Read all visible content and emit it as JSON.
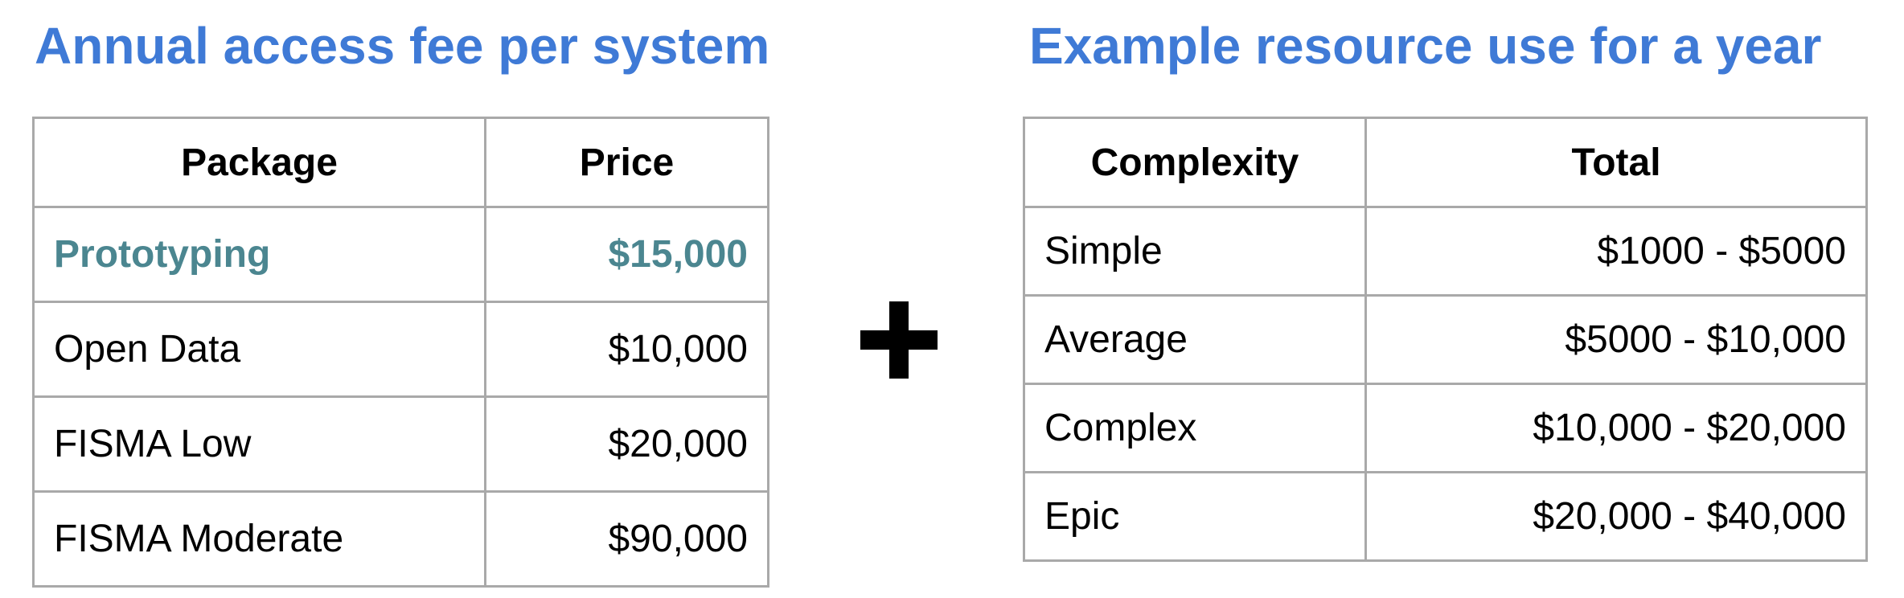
{
  "colors": {
    "heading": "#3f7ad6",
    "highlight": "#4b8690",
    "border": "#a9a9a9",
    "text": "#000000"
  },
  "left_section": {
    "title": "Annual access fee per system",
    "columns": [
      "Package",
      "Price"
    ],
    "rows": [
      {
        "package": "Prototyping",
        "price": "$15,000",
        "highlighted": true
      },
      {
        "package": "Open Data",
        "price": "$10,000",
        "highlighted": false
      },
      {
        "package": "FISMA Low",
        "price": "$20,000",
        "highlighted": false
      },
      {
        "package": "FISMA Moderate",
        "price": "$90,000",
        "highlighted": false
      }
    ]
  },
  "operator_icon": "plus-icon",
  "right_section": {
    "title": "Example resource use for a year",
    "columns": [
      "Complexity",
      "Total"
    ],
    "rows": [
      {
        "complexity": "Simple",
        "total": "$1000 - $5000"
      },
      {
        "complexity": "Average",
        "total": "$5000 - $10,000"
      },
      {
        "complexity": "Complex",
        "total": "$10,000 - $20,000"
      },
      {
        "complexity": "Epic",
        "total": "$20,000 - $40,000"
      }
    ]
  }
}
